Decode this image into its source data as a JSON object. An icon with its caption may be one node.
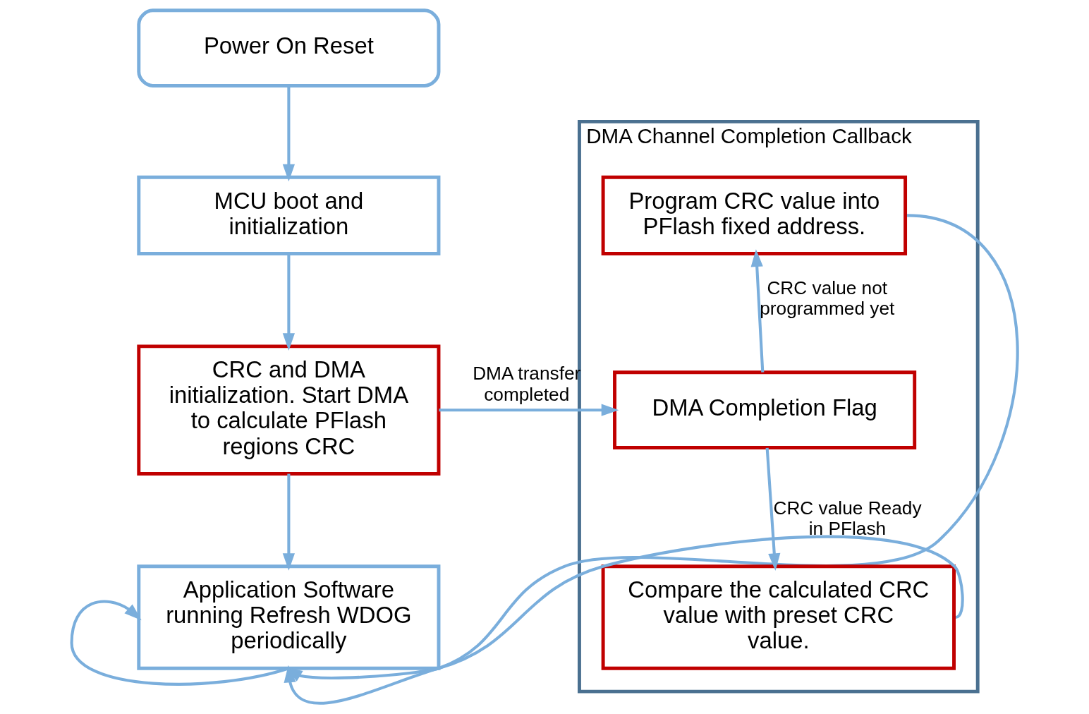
{
  "diagram": {
    "nodes": [
      {
        "text": [
          "Power On Reset"
        ]
      },
      {
        "text": [
          "MCU boot and initialization"
        ]
      },
      {
        "text": [
          "CRC and DMA initialization. Start DMA to calculate PFlash regions CRC"
        ]
      },
      {
        "text": [
          "Application Software running Refresh WDOG periodically"
        ]
      },
      {
        "text": [
          "DMA Channel Completion Callback"
        ]
      },
      {
        "text": [
          "Program CRC value into PFlash fixed address."
        ],
        "in": 4
      },
      {
        "text": [
          "DMA Completion Flag"
        ],
        "in": 4
      },
      {
        "text": [
          "Compare the calculated CRC value with preset CRC value."
        ],
        "in": 4
      }
    ],
    "edges": [
      {
        "from": 0,
        "to": 1,
        "arrow": "to"
      },
      {
        "from": 1,
        "to": 2,
        "arrow": "to"
      },
      {
        "from": 2,
        "to": 3,
        "arrow": "to"
      },
      {
        "from": 3,
        "to": 3,
        "arrow": "to"
      },
      {
        "from": 2,
        "to": 6,
        "arrow": "to",
        "label": "DMA transfer completed"
      },
      {
        "from": 6,
        "to": 5,
        "arrow": "to",
        "label": "CRC value not programmed yet"
      },
      {
        "from": 6,
        "to": 7,
        "arrow": "to",
        "label": "CRC value Ready in PFlash"
      },
      {
        "from": 5,
        "to": 3,
        "arrow": "to"
      },
      {
        "from": 7,
        "to": 3,
        "arrow": "to"
      }
    ]
  }
}
